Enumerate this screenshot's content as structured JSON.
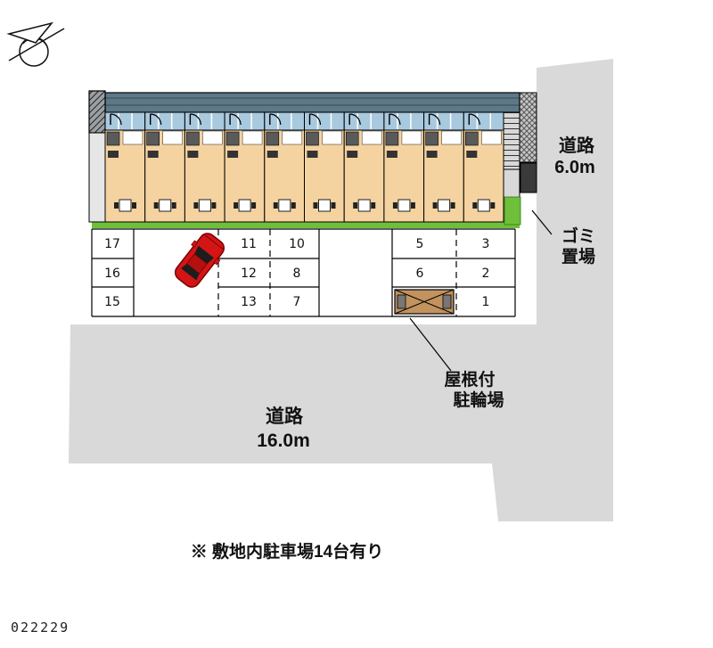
{
  "meta": {
    "plan_id": "022229"
  },
  "labels": {
    "road_right_line1": "道路",
    "road_right_line2": "6.0m",
    "garbage_line1": "ゴミ",
    "garbage_line2": "置場",
    "bicycle_line1": "屋根付",
    "bicycle_line2": "駐輪場",
    "road_bottom_line1": "道路",
    "road_bottom_line2": "16.0m",
    "note": "※ 敷地内駐車場14台有り"
  },
  "parking": {
    "left_column": [
      "17",
      "16",
      "15"
    ],
    "column_a": [
      "11",
      "12",
      "13"
    ],
    "column_b": [
      "10",
      "8",
      "7"
    ],
    "column_c": [
      "5",
      "6"
    ],
    "column_d": [
      "3",
      "2",
      "1"
    ],
    "total_spaces": "14"
  },
  "building": {
    "unit_count": 10
  },
  "colors": {
    "road": "#d9d9d9",
    "grass": "#6fbf3a",
    "roof_band": "#5d7886",
    "balcony_glass": "#a9c9df",
    "room_floor": "#f5d3a0",
    "car_body": "#d41515",
    "bicycle_area": "#c2935f"
  }
}
